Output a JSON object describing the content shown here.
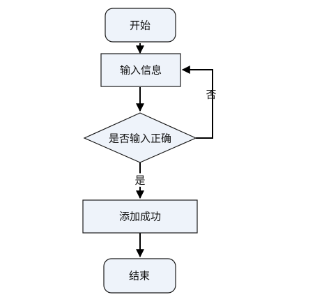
{
  "diagram": {
    "nodes": {
      "start": {
        "label": "开始"
      },
      "input": {
        "label": "输入信息"
      },
      "check": {
        "label": "是否输入正确"
      },
      "success": {
        "label": "添加成功"
      },
      "end": {
        "label": "结束"
      }
    },
    "edges": {
      "yes_label": "是",
      "no_label": "否"
    }
  }
}
